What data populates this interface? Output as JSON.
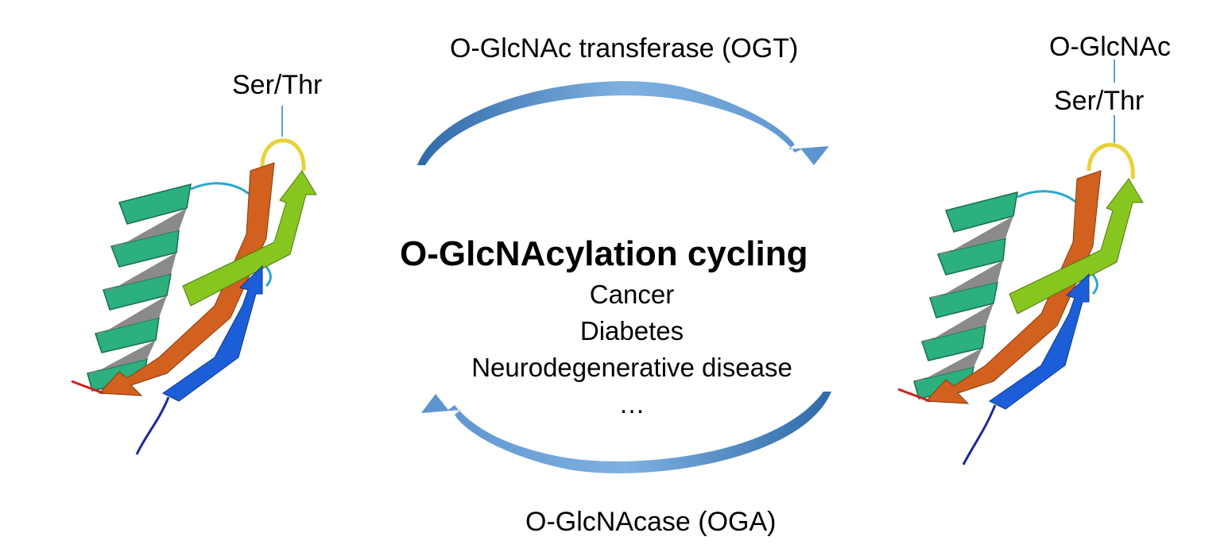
{
  "enzymes": {
    "forward": "O-GlcNAc transferase (OGT)",
    "reverse": "O-GlcNAcase (OGA)"
  },
  "left_protein": {
    "site_label": "Ser/Thr"
  },
  "right_protein": {
    "modification_label": "O-GlcNAc",
    "site_label": "Ser/Thr"
  },
  "center": {
    "title": "O-GlcNAcylation cycling",
    "diseases": [
      "Cancer",
      "Diabetes",
      "Neurodegenerative disease",
      "…"
    ]
  },
  "colors": {
    "arrow": "#4f86c6",
    "arrow_dark": "#2d5f99",
    "helix": "#2bb07e",
    "strand_orange": "#d2601e",
    "strand_green": "#86c61e",
    "strand_blue": "#1c5ed8",
    "loop_yellow": "#e8d23a",
    "loop_cyan": "#29a8cc",
    "leader_line": "#5aa0d8"
  }
}
